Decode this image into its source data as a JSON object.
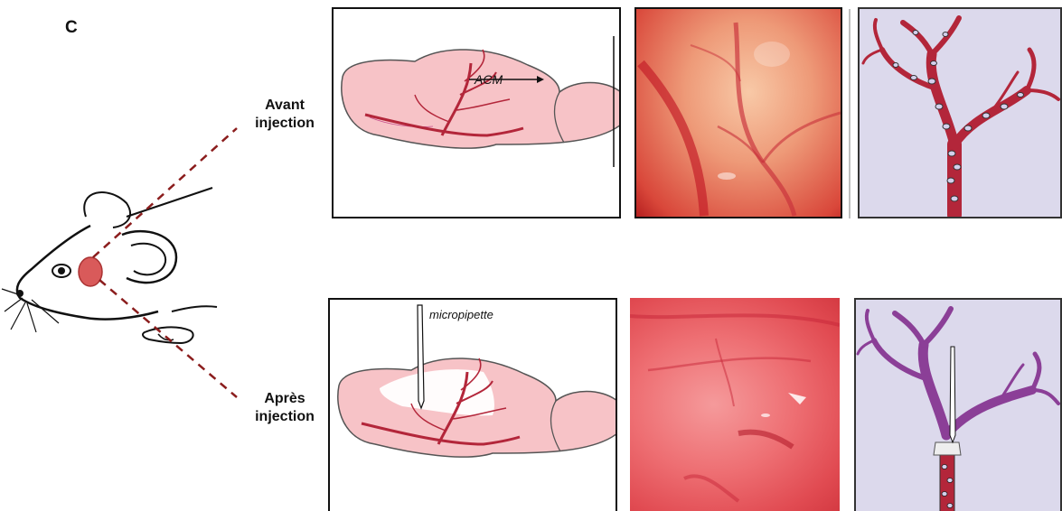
{
  "panel_letter": "C",
  "rows": {
    "before": {
      "label_line1": "Avant",
      "label_line2": "injection",
      "vessel_label": "ACM"
    },
    "after": {
      "label_line1": "Après",
      "label_line2": "injection",
      "tool_label": "micropipette"
    }
  },
  "colors": {
    "brain_fill": "#f7c3c7",
    "vessel": "#b3263a",
    "vessel_bg": "#dcd9ec",
    "clot_vessel": "#8b3f97",
    "dashed_line": "#8b1d1d",
    "injection_spot": "#d95a5a"
  }
}
